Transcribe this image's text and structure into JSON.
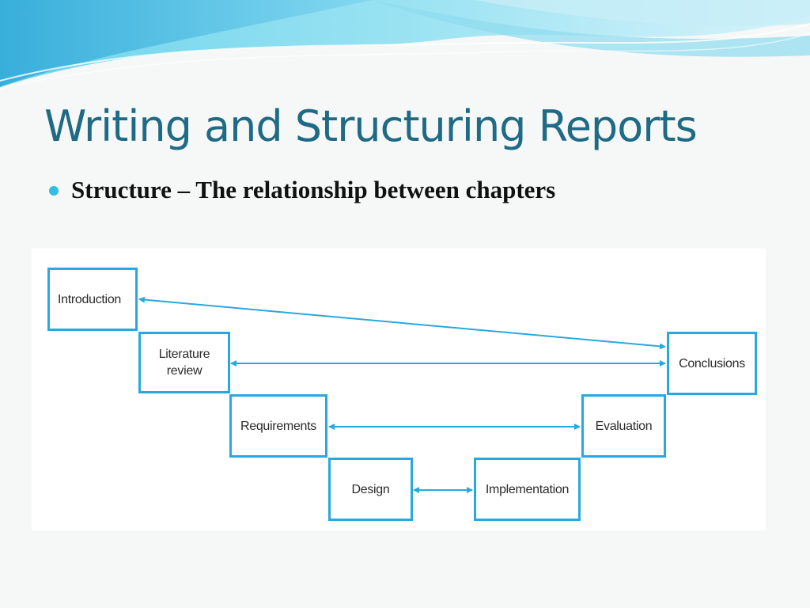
{
  "slide": {
    "title": "Writing and Structuring Reports",
    "bullet": "Structure – The relationship between chapters"
  },
  "diagram": {
    "boxes": {
      "introduction": "Introduction",
      "literature_review": "Literature\nreview",
      "requirements": "Requirements",
      "design": "Design",
      "implementation": "Implementation",
      "evaluation": "Evaluation",
      "conclusions": "Conclusions"
    },
    "links": [
      {
        "from": "introduction",
        "to": "conclusions"
      },
      {
        "from": "literature_review",
        "to": "conclusions"
      },
      {
        "from": "requirements",
        "to": "evaluation"
      },
      {
        "from": "design",
        "to": "implementation"
      }
    ]
  },
  "colors": {
    "title": "#1f6b86",
    "bullet": "#33bde0",
    "box_border": "#29a8e0",
    "arrow": "#29a8e0"
  }
}
